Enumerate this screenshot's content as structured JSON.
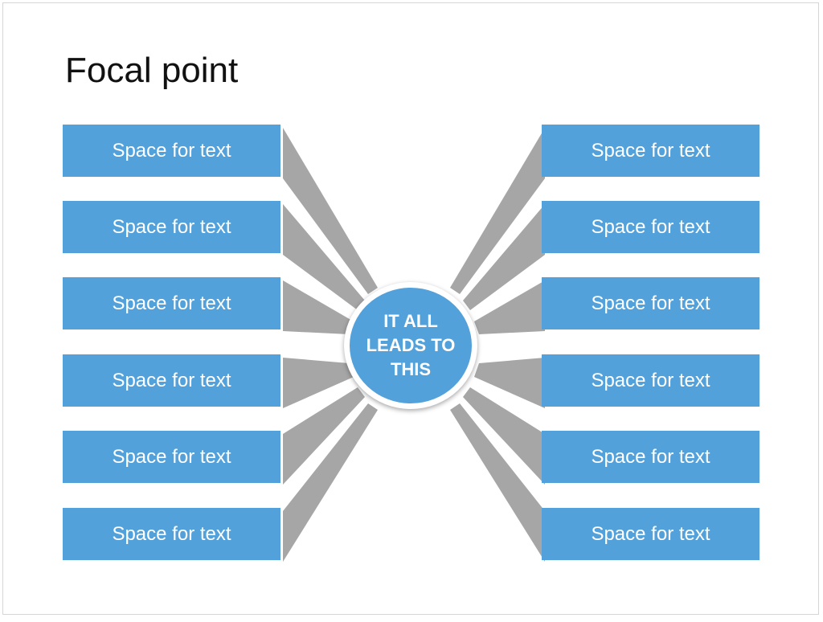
{
  "title": "Focal point",
  "center": {
    "lines": [
      "IT ALL",
      "LEADS TO",
      "THIS"
    ]
  },
  "left_boxes": [
    "Space for text",
    "Space for text",
    "Space for text",
    "Space for text",
    "Space for text",
    "Space for text"
  ],
  "right_boxes": [
    "Space for text",
    "Space for text",
    "Space for text",
    "Space for text",
    "Space for text",
    "Space for text"
  ],
  "colors": {
    "box": "#52a1db",
    "ray": "#a6a6a6",
    "title": "#111111"
  }
}
